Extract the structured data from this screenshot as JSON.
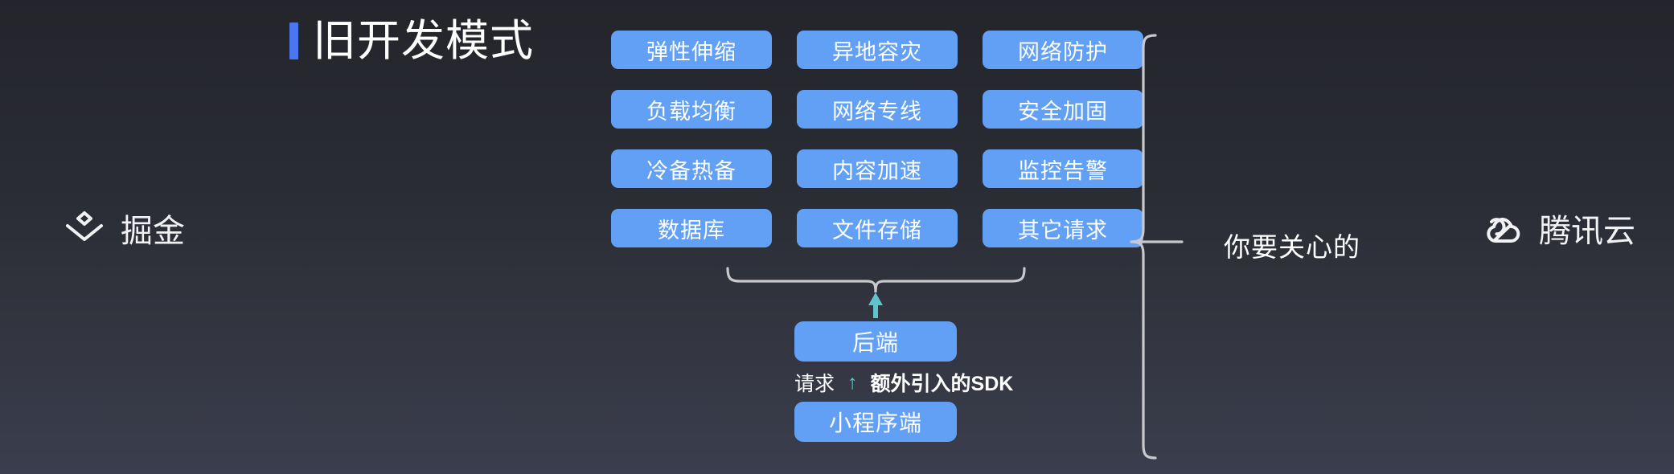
{
  "page": {
    "background_top": "#24252b",
    "background_bottom": "#3b3e4e",
    "accent_blue": "#4a76f0",
    "chip_blue": "#61a0f5",
    "brace_gray": "#c9c9cd",
    "arrow_teal": "#5ec4c9"
  },
  "title": {
    "text": "旧开发模式"
  },
  "brand_left": {
    "name": "掘金",
    "icon": "juejin-logo-icon"
  },
  "brand_right": {
    "name": "腾讯云",
    "icon": "tencent-cloud-logo-icon"
  },
  "service_grid": {
    "columns": 3,
    "rows": 4,
    "items": [
      "弹性伸缩",
      "异地容灾",
      "网络防护",
      "负载均衡",
      "网络专线",
      "安全加固",
      "冷备热备",
      "内容加速",
      "监控告警",
      "数据库",
      "文件存储",
      "其它请求"
    ]
  },
  "nodes": {
    "backend": "后端",
    "miniprogram": "小程序端"
  },
  "sdk_row": {
    "request_label": "请求",
    "arrow": "↑",
    "sdk_label": "额外引入的SDK"
  },
  "right_brace": {
    "caption": "你要关心的"
  }
}
